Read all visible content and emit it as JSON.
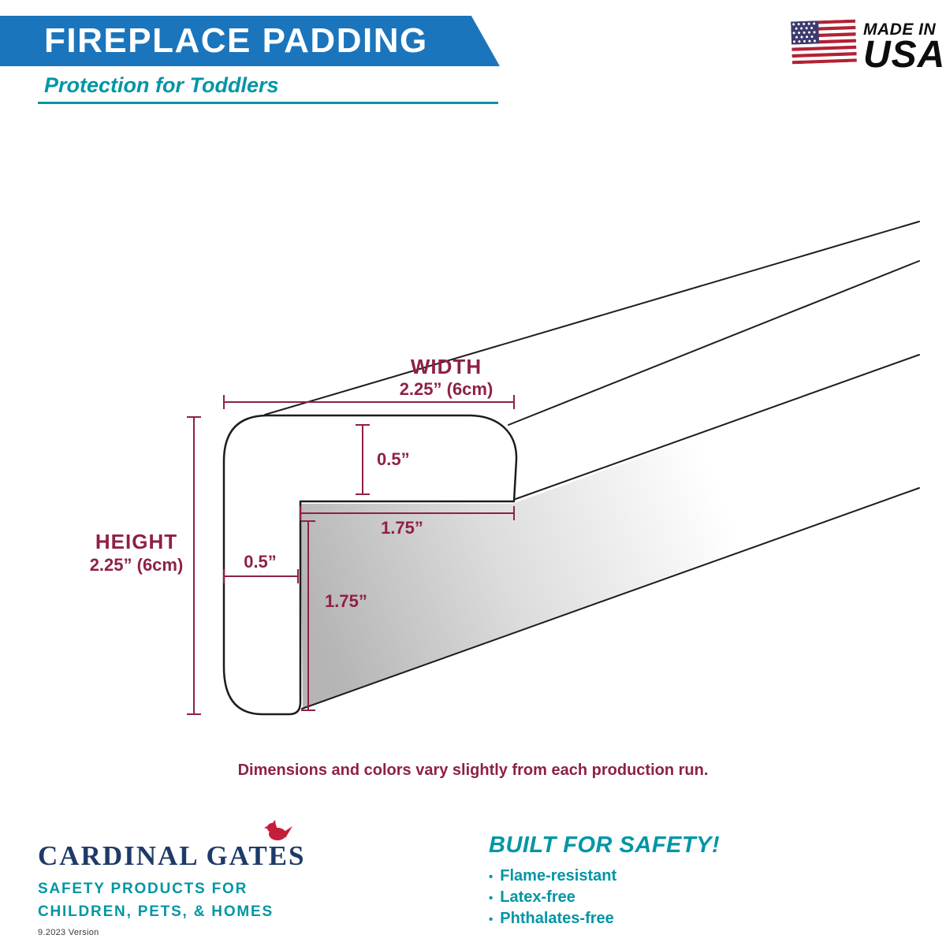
{
  "header": {
    "title": "FIREPLACE PADDING",
    "subtitle": "Protection for Toddlers"
  },
  "made_in": {
    "line1": "MADE IN",
    "line2": "USA"
  },
  "diagram": {
    "width_label": "WIDTH",
    "width_value": "2.25” (6cm)",
    "top_thickness_value": "0.5”",
    "top_inner_value": "1.75”",
    "height_label": "HEIGHT",
    "height_value": "2.25” (6cm)",
    "side_thickness_value": "0.5”",
    "side_inner_value": "1.75”"
  },
  "note": "Dimensions and colors vary slightly from each production run.",
  "footer": {
    "brand": "CARDINAL GATES",
    "tagline_line1": "SAFETY PRODUCTS FOR",
    "tagline_line2": "CHILDREN, PETS, & HOMES",
    "version": "9.2023 Version",
    "bullet": "•",
    "safety_title": "BUILT FOR SAFETY!",
    "safety_items": [
      "Flame-resistant",
      "Latex-free",
      "Phthalates-free"
    ]
  },
  "colors": {
    "banner_blue": "#1b75bc",
    "teal": "#0096a5",
    "maroon": "#8e2146",
    "navy": "#1e3a67",
    "flag_red": "#b22234",
    "flag_blue": "#3c3b6e",
    "cardinal_red": "#c41e3a",
    "line_black": "#1d1d1b"
  }
}
